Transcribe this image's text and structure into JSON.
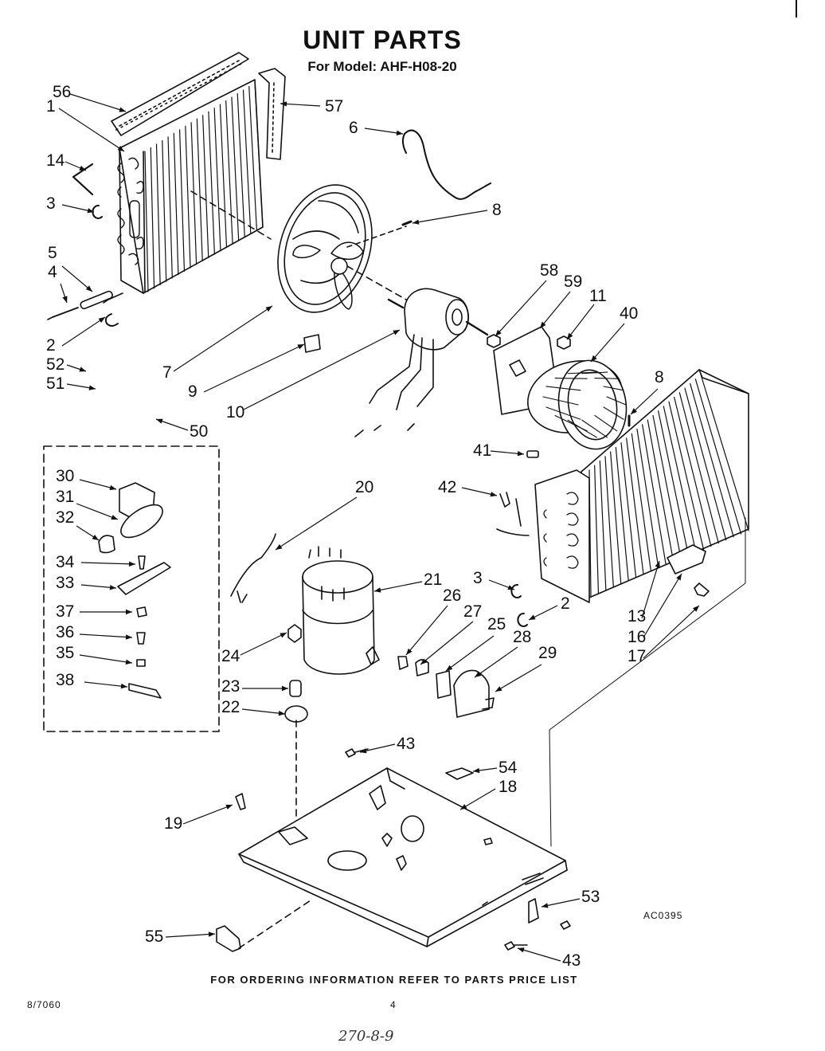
{
  "header": {
    "title": "UNIT PARTS",
    "model_line": "For Model: AHF-H08-20"
  },
  "footer": {
    "ordering_note": "FOR ORDERING INFORMATION REFER TO PARTS PRICE LIST",
    "doc_number": "8/7060",
    "page_number": "4",
    "handwritten_note": "270-8-9"
  },
  "diagram_code": "AC0395",
  "callouts": [
    {
      "id": "56",
      "label": "56"
    },
    {
      "id": "57",
      "label": "57"
    },
    {
      "id": "1",
      "label": "1"
    },
    {
      "id": "6",
      "label": "6"
    },
    {
      "id": "14",
      "label": "14"
    },
    {
      "id": "3a",
      "label": "3"
    },
    {
      "id": "8a",
      "label": "8"
    },
    {
      "id": "5",
      "label": "5"
    },
    {
      "id": "4",
      "label": "4"
    },
    {
      "id": "58",
      "label": "58"
    },
    {
      "id": "59",
      "label": "59"
    },
    {
      "id": "11",
      "label": "11"
    },
    {
      "id": "40",
      "label": "40"
    },
    {
      "id": "2a",
      "label": "2"
    },
    {
      "id": "7",
      "label": "7"
    },
    {
      "id": "9",
      "label": "9"
    },
    {
      "id": "10",
      "label": "10"
    },
    {
      "id": "52",
      "label": "52"
    },
    {
      "id": "51",
      "label": "51"
    },
    {
      "id": "50",
      "label": "50"
    },
    {
      "id": "8b",
      "label": "8"
    },
    {
      "id": "41",
      "label": "41"
    },
    {
      "id": "30",
      "label": "30"
    },
    {
      "id": "31",
      "label": "31"
    },
    {
      "id": "32",
      "label": "32"
    },
    {
      "id": "20",
      "label": "20"
    },
    {
      "id": "42",
      "label": "42"
    },
    {
      "id": "34",
      "label": "34"
    },
    {
      "id": "33",
      "label": "33"
    },
    {
      "id": "21",
      "label": "21"
    },
    {
      "id": "26",
      "label": "26"
    },
    {
      "id": "3b",
      "label": "3"
    },
    {
      "id": "27",
      "label": "27"
    },
    {
      "id": "25",
      "label": "25"
    },
    {
      "id": "28",
      "label": "28"
    },
    {
      "id": "2b",
      "label": "2"
    },
    {
      "id": "37",
      "label": "37"
    },
    {
      "id": "36",
      "label": "36"
    },
    {
      "id": "35",
      "label": "35"
    },
    {
      "id": "38",
      "label": "38"
    },
    {
      "id": "24",
      "label": "24"
    },
    {
      "id": "29",
      "label": "29"
    },
    {
      "id": "13",
      "label": "13"
    },
    {
      "id": "16",
      "label": "16"
    },
    {
      "id": "17",
      "label": "17"
    },
    {
      "id": "23",
      "label": "23"
    },
    {
      "id": "22",
      "label": "22"
    },
    {
      "id": "43a",
      "label": "43"
    },
    {
      "id": "54",
      "label": "54"
    },
    {
      "id": "18",
      "label": "18"
    },
    {
      "id": "19",
      "label": "19"
    },
    {
      "id": "53",
      "label": "53"
    },
    {
      "id": "55",
      "label": "55"
    },
    {
      "id": "43b",
      "label": "43"
    }
  ]
}
